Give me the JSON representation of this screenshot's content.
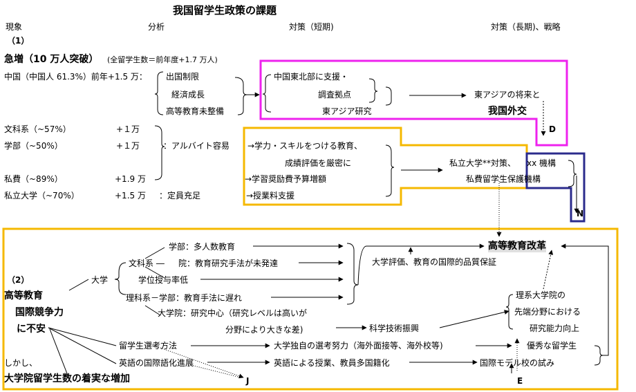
{
  "title": "我国留学生政策の課題",
  "headers": {
    "phenomenon": "現象",
    "analysis": "分析",
    "short_term": "対策（短期)",
    "long_term": "対策（長期)、戦略"
  },
  "section1": {
    "number": "（1）",
    "heading": "急増（10 万人突破）",
    "heading_note": "(全留学生数＝前年度+1.7 万人)",
    "china": "中国（中国人 61.3%）前年+1.5 万：",
    "china_causes": [
      "出国制限",
      "経済成長",
      "高等教育未整備"
    ],
    "china_support": "中国東北部に支援・",
    "survey_base": "調査拠点",
    "east_asia_research": "東アジア研究",
    "east_asia_future": "東アジアの将来と",
    "diplomacy": "我国外交",
    "label_d": "D",
    "humanities": "文科系（~57%）",
    "humanities_inc": "+１万",
    "undergrad": "学部（~50%）",
    "undergrad_inc": "+１万",
    "arbeit": "：アルバイト容易",
    "self_funded": "私費（~89%）",
    "self_funded_inc": "+1.9 万",
    "private_univ": "私立大学（~70%）",
    "private_univ_inc": "+1.5 万",
    "capacity": "：定員充足",
    "m1": "→学力・スキルをつける教育、",
    "m2": "成績評価を厳密に",
    "m3": "→学習奨励費予算増額",
    "m4": "→授業料支援",
    "private_measures": "私立大学**対策、",
    "private_support": "私費留学生保護機構",
    "xx_org": "xx 機構",
    "label_n": "N"
  },
  "section2": {
    "number": "（2）",
    "left_title": [
      "高等教育",
      "国際競争力",
      "に不安"
    ],
    "however": "しかし、",
    "grad_increase": "大学院留学生数の着実な増加",
    "university": "大学",
    "humanities": "文科系 ―",
    "u_mass": "学部：多人数教育",
    "u_grad_method": "院：教育研究手法が未発達",
    "u_degree": "学位授与率低",
    "sci_undergrad": "理科系－学部：教育手法に遅れ",
    "sci_grad_1": "大学院：研究中心（研究レベルは高いが",
    "sci_grad_2": "分野により大きな差)",
    "reform": "高等教育改革",
    "evaluation": "大学評価、教育の国際的品質保証",
    "sci_tech": "科学技術振興",
    "sci_grad_adv_1": "理系大学院の",
    "sci_grad_adv_2": "先端分野における",
    "sci_grad_adv_3": "研究能力向上",
    "selection": "留学生選考方法",
    "own_selection": "大学独自の選考努力（海外面接等、海外校等)",
    "excellent": "優秀な留学生",
    "english": "英語の国際語化進展",
    "english_class": "英語による授業、教員多国籍化",
    "intl_model": "国際モデル校の試み",
    "label_j": "J",
    "label_e": "E"
  },
  "colors": {
    "magenta_box": "#ee22ee",
    "orange_box": "#f5b800",
    "navy_box": "#2b2b8c",
    "reform_highlight": "#e0e0e0"
  }
}
